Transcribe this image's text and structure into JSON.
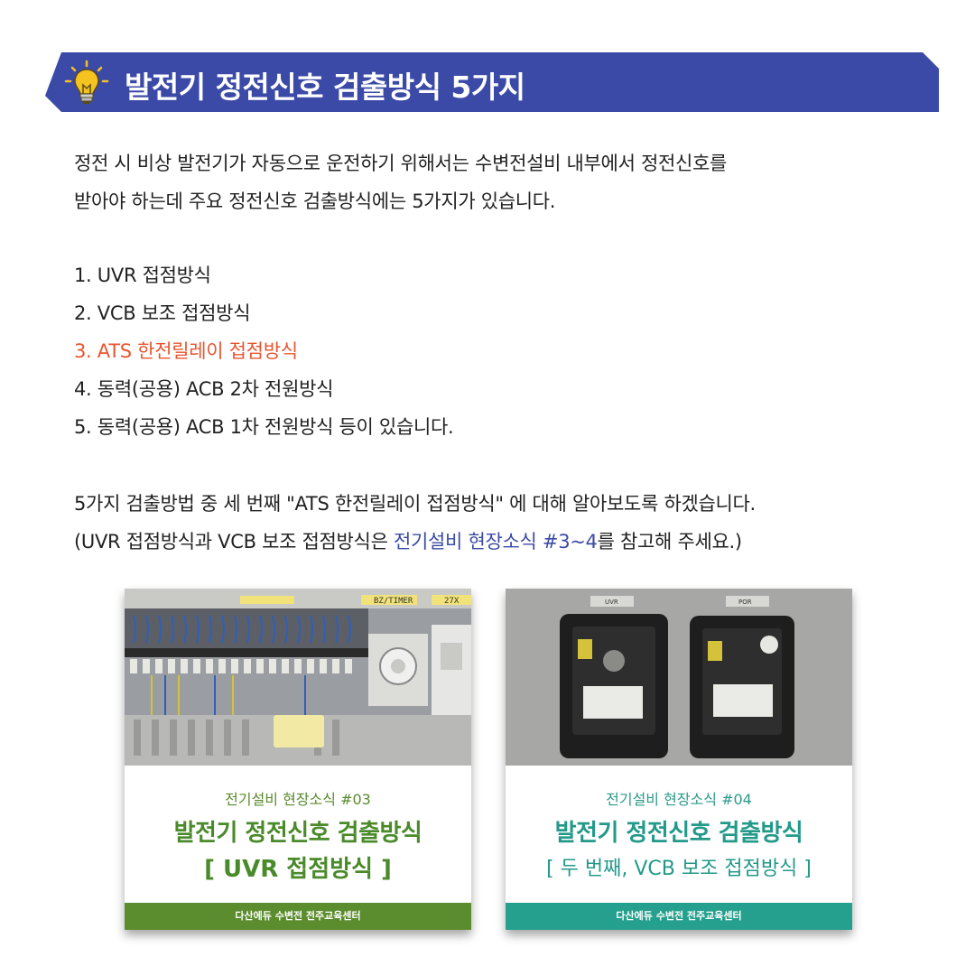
{
  "header": {
    "title": "발전기 정전신호 검출방식 5가지",
    "icon": "lightbulb-icon"
  },
  "intro": {
    "line1": "정전 시 비상 발전기가 자동으로 운전하기 위해서는 수변전설비 내부에서 정전신호를",
    "line2": "받아야 하는데 주요 정전신호 검출방식에는 5가지가 있습니다."
  },
  "list": [
    "1. UVR 접점방식",
    "2. VCB 보조 접점방식",
    "3. ATS 한전릴레이 접점방식",
    "4. 동력(공용) ACB 2차 전원방식",
    "5. 동력(공용) ACB 1차 전원방식 등이 있습니다."
  ],
  "outro": {
    "line1": "5가지 검출방법 중 세 번째 \"ATS 한전릴레이 접점방식\" 에 대해 알아보도록 하겠습니다.",
    "line2_pre": "(UVR 접점방식과 VCB 보조 접점방식은 ",
    "line2_link": "전기설비 현장소식 #3~4",
    "line2_post": "를 참고해 주세요.)"
  },
  "cards": [
    {
      "photo_labels": [
        "BZ/TIMER",
        "27X"
      ],
      "subtitle": "전기설비 현장소식 #03",
      "title": "발전기 정전신호 검출방식",
      "title2": "[ UVR 접점방식 ]",
      "footer": "다산에듀 수변전 전주교육센터"
    },
    {
      "photo_labels": [
        "UVR",
        "POR"
      ],
      "subtitle": "전기설비 현장소식 #04",
      "title": "발전기 정전신호 검출방식",
      "title2": "[ 두 번째, VCB 보조 접점방식 ]",
      "footer": "다산에듀 수변전 전주교육센터"
    }
  ],
  "colors": {
    "banner": "#3b4aa6",
    "highlight": "#e8552f",
    "link": "#3b4aa6",
    "card1": "#5b8c2d",
    "card2": "#26a08e"
  }
}
